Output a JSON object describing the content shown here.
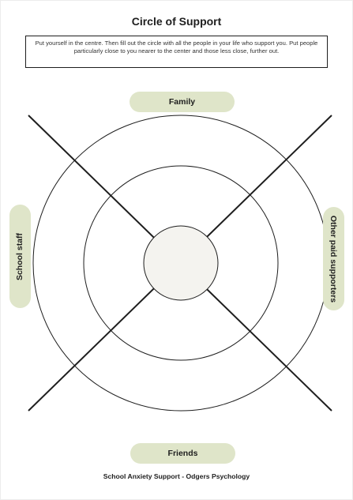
{
  "title": "Circle of Support",
  "instructions": "Put yourself  in the centre. Then fill out the circle with all the people in your life who support you. Put people particularly close to you nearer to the center and those less close, further out.",
  "sections": {
    "top": "Family",
    "bottom": "Friends",
    "left": "School staff",
    "right": "Other paid supporters"
  },
  "colors": {
    "label_background": "#dfe5c9",
    "center_fill": "#f4f3ef",
    "lines": "#1e1e1e"
  },
  "footer": "School Anxiety Support - Odgers Psychology"
}
